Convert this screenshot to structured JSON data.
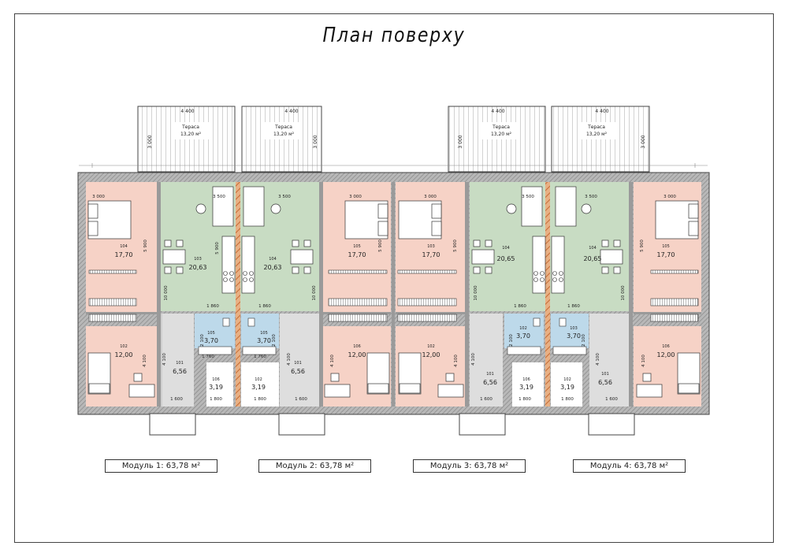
{
  "page_title": "План поверху",
  "colors": {
    "bedroom": "#f6d2c6",
    "living": "#c8dcc3",
    "bath": "#bdd9ea",
    "hall": "#dedede",
    "wall": "#9a9a9a"
  },
  "terraces": [
    {
      "width": "4 400",
      "depth": "3 000",
      "label": "Тераса",
      "area": "13,20 м²"
    },
    {
      "width": "4 400",
      "depth": "3 000",
      "label": "Тераса",
      "area": "13,20 м²"
    },
    {
      "width": "4 400",
      "depth": "3 000",
      "label": "Тераса",
      "area": "13,20 м²"
    },
    {
      "width": "4 400",
      "depth": "3 000",
      "label": "Тераса",
      "area": "13,20 м²"
    }
  ],
  "rooms": {
    "m1_bed1": {
      "num": "104",
      "area": "17,70"
    },
    "m1_bed2": {
      "num": "102",
      "area": "12,00"
    },
    "m1_living": {
      "num": "103",
      "area": "20,63"
    },
    "m1_hall": {
      "num": "101",
      "area": "6,56"
    },
    "m1_bath": {
      "num": "105",
      "area": "3,70"
    },
    "m1_wc": {
      "num": "106",
      "area": "3,19"
    },
    "m2_living": {
      "num": "104",
      "area": "20,63"
    },
    "m2_bath": {
      "num": "105",
      "area": "3,70"
    },
    "m2_wc": {
      "num": "102",
      "area": "3,19"
    },
    "m2_hall": {
      "num": "101",
      "area": "6,56"
    },
    "m2_bed1": {
      "num": "105",
      "area": "17,70"
    },
    "m2_bed2": {
      "num": "106",
      "area": "12,00"
    },
    "m3_bed1": {
      "num": "103",
      "area": "17,70"
    },
    "m3_bed2": {
      "num": "102",
      "area": "12,00"
    },
    "m3_living": {
      "num": "104",
      "area": "20,65"
    },
    "m3_hall": {
      "num": "101",
      "area": "6,56"
    },
    "m3_bath": {
      "num": "102",
      "area": "3,70"
    },
    "m3_wc": {
      "num": "106",
      "area": "3,19"
    },
    "m4_living": {
      "num": "104",
      "area": "20,65"
    },
    "m4_bath": {
      "num": "103",
      "area": "3,70"
    },
    "m4_wc": {
      "num": "102",
      "area": "3,19"
    },
    "m4_hall": {
      "num": "101",
      "area": "6,56"
    },
    "m4_bed1": {
      "num": "105",
      "area": "17,70"
    },
    "m4_bed2": {
      "num": "106",
      "area": "12,00"
    }
  },
  "dims": {
    "d3000": "3 000",
    "d3500": "3 500",
    "d5900": "5 900",
    "d10000": "10 000",
    "d4100": "4 100",
    "d1860": "1 860",
    "d1760": "1 760",
    "d2100": "2 100",
    "d1800": "1 800",
    "d1600": "1 600",
    "d1600b": "1 600"
  },
  "modules": [
    {
      "label": "Модуль 1: 63,78 м²"
    },
    {
      "label": "Модуль 2: 63,78 м²"
    },
    {
      "label": "Модуль 3: 63,78 м²"
    },
    {
      "label": "Модуль 4: 63,78 м²"
    }
  ]
}
